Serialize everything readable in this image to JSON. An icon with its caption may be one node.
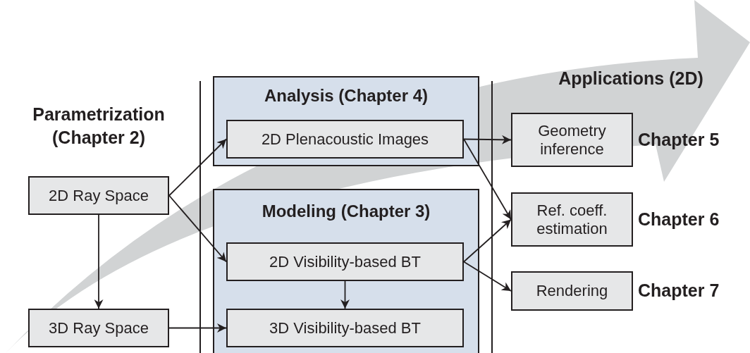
{
  "diagram": {
    "nodes": [
      {
        "text": [
          "Analysis (Chapter 4)"
        ]
      },
      {
        "text": [
          "2D Plenacoustic Images"
        ],
        "in": 0
      },
      {
        "text": [
          "Modeling (Chapter 3)"
        ]
      },
      {
        "text": [
          "2D Visibility-based BT"
        ],
        "in": 2
      },
      {
        "text": [
          "3D Visibility-based BT"
        ],
        "in": 2
      },
      {
        "text": [
          "2D Ray Space"
        ]
      },
      {
        "text": [
          "3D Ray Space"
        ]
      },
      {
        "text": [
          "Geometry inference"
        ],
        "beside": [
          "Chapter 5"
        ]
      },
      {
        "text": [
          "Ref. coeff. estimation"
        ],
        "beside": [
          "Chapter 6"
        ]
      },
      {
        "text": [
          "Rendering"
        ],
        "beside": [
          "Chapter 7"
        ]
      }
    ],
    "edges": [
      {
        "from": 5,
        "to": 1,
        "arrow": "to"
      },
      {
        "from": 5,
        "to": 3,
        "arrow": "to"
      },
      {
        "from": 5,
        "to": 6,
        "arrow": "to"
      },
      {
        "from": 6,
        "to": 4,
        "arrow": "to"
      },
      {
        "from": 3,
        "to": 4,
        "arrow": "to"
      },
      {
        "from": 1,
        "to": 7,
        "arrow": "to"
      },
      {
        "from": 1,
        "to": 8,
        "arrow": "to"
      },
      {
        "from": 3,
        "to": 8,
        "arrow": "to"
      },
      {
        "from": 3,
        "to": 9,
        "arrow": "to"
      }
    ],
    "labels": [
      "Parametrization (Chapter 2)",
      "Applications (2D)"
    ]
  }
}
